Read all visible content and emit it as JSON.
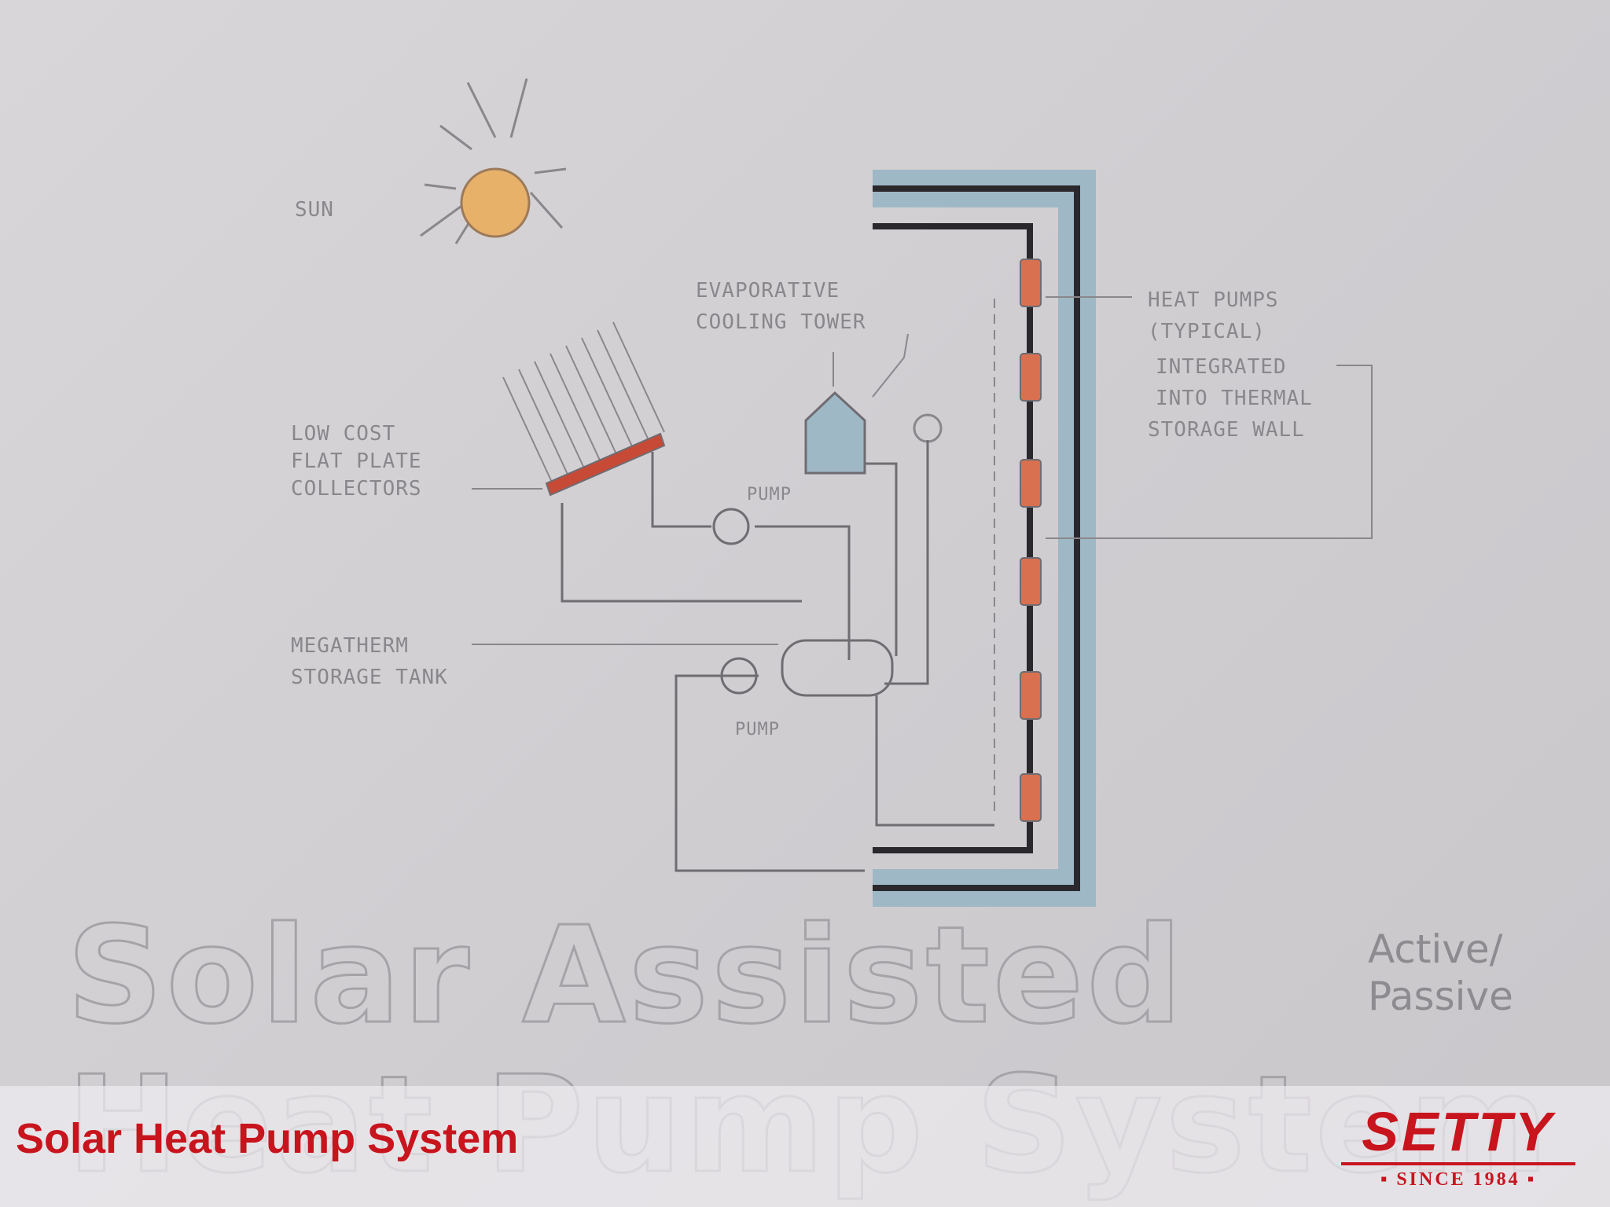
{
  "diagram": {
    "labels": {
      "sun": "SUN",
      "evap_line1": "EVAPORATIVE",
      "evap_line2": "COOLING TOWER",
      "heat_pumps_line1": "HEAT PUMPS",
      "heat_pumps_line2": "(TYPICAL)",
      "heat_pumps_line3": "INTEGRATED",
      "heat_pumps_line4": "INTO THERMAL",
      "heat_pumps_line5": "STORAGE WALL",
      "collectors_line1": "LOW COST",
      "collectors_line2": "FLAT PLATE",
      "collectors_line3": "COLLECTORS",
      "pump_upper": "PUMP",
      "pump_lower": "PUMP",
      "tank_line1": "MEGATHERM",
      "tank_line2": "STORAGE TANK"
    },
    "title_line1": "Solar Assisted",
    "title_line2": "Heat Pump System",
    "side_note_line1": "Active/",
    "side_note_line2": "Passive",
    "colors": {
      "wall_blue": "#9fb8c6",
      "heat_pump_orange": "#d9704f",
      "collector_red": "#c64a36",
      "sun_fill": "#e8b16a",
      "ink": "#6f6c72"
    }
  },
  "footer": {
    "title": "Solar Heat Pump System",
    "logo_text": "SETTY",
    "logo_sub": "▪ SINCE 1984 ▪",
    "accent_color": "#c8141d"
  }
}
